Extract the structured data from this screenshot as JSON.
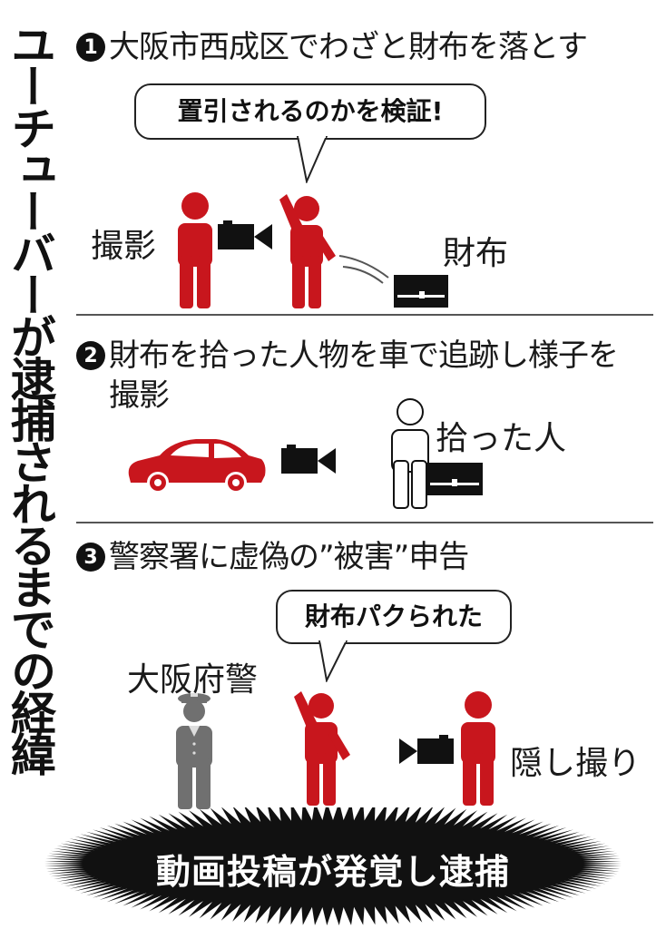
{
  "title": "ユーチューバーが逮捕されるまでの経緯",
  "steps": [
    {
      "num": "1",
      "text": "大阪市西成区でわざと財布を落とす"
    },
    {
      "num": "2",
      "text": "財布を拾った人物を車で追跡し様子を撮影"
    },
    {
      "num": "3",
      "text": "警察署に虚偽の”被害”申告"
    }
  ],
  "scene1": {
    "bubble": "置引されるのかを検証!",
    "label_filming": "撮影",
    "label_wallet": "財布"
  },
  "scene2": {
    "label_picker": "拾った人"
  },
  "scene3": {
    "bubble": "財布パクられた",
    "label_police": "大阪府警",
    "label_hidden": "隠し撮り"
  },
  "banner": {
    "text": "動画投稿が発覚し逮捕"
  },
  "colors": {
    "accent_red": "#c8161d",
    "police_gray": "#707070",
    "dark": "#1a1a1a"
  }
}
